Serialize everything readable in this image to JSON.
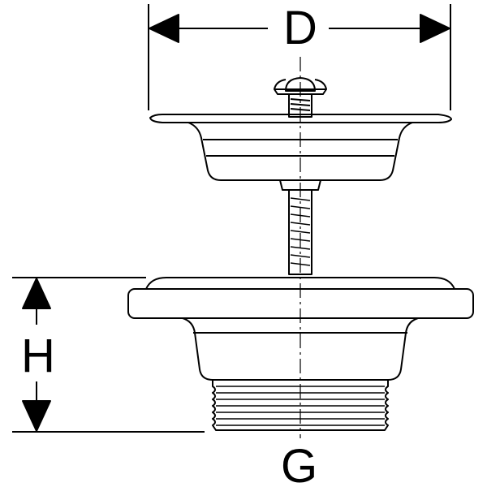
{
  "dimensions": {
    "diameter_label": "D",
    "height_label": "H",
    "thread_label": "G"
  },
  "colors": {
    "stroke": "#000000",
    "background": "#ffffff"
  }
}
